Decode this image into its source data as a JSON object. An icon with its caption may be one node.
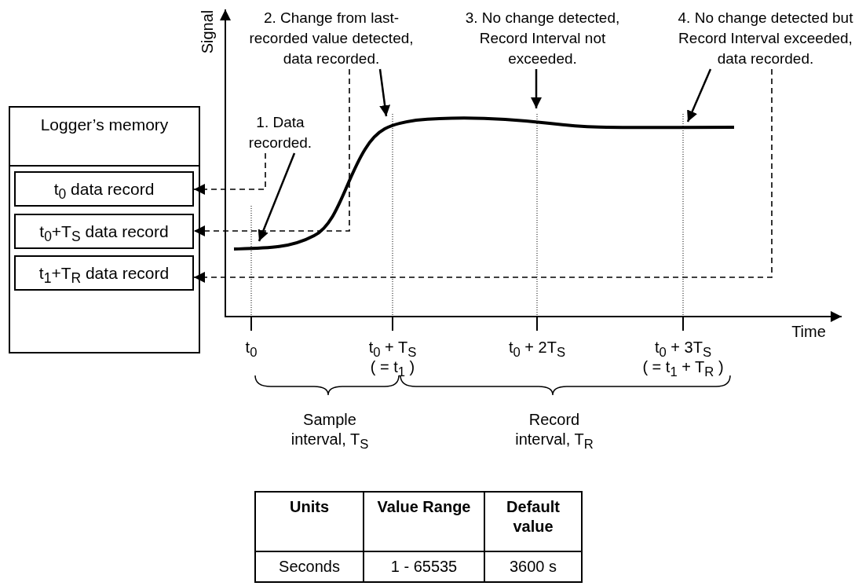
{
  "diagram": {
    "nodes": [
      {
        "text": [
          "Logger’s memory"
        ]
      },
      {
        "text": [
          "t$_{0}$ data record"
        ],
        "in": 0
      },
      {
        "text": [
          "t$_{0}$+T$_{S}$ data record"
        ],
        "in": 0
      },
      {
        "text": [
          "t$_{1}$+T$_{R}$ data record"
        ],
        "in": 0
      },
      {
        "text": [
          "1. Data recorded."
        ]
      },
      {
        "text": [
          "2. Change from last-recorded value detected, data recorded."
        ]
      },
      {
        "text": [
          "3. No change detected, Record Interval not exceeded."
        ]
      },
      {
        "text": [
          "4. No change detected but Record Interval exceeded, data recorded."
        ]
      }
    ],
    "edges": [
      {
        "from": 4,
        "to": null,
        "arrow": "to"
      },
      {
        "from": 5,
        "to": null,
        "arrow": "to"
      },
      {
        "from": 6,
        "to": null,
        "arrow": "to"
      },
      {
        "from": 7,
        "to": null,
        "arrow": "to"
      },
      {
        "from": 4,
        "to": 1,
        "arrow": "to",
        "style": "dashed"
      },
      {
        "from": 5,
        "to": 2,
        "arrow": "to",
        "style": "dashed"
      },
      {
        "from": 7,
        "to": 3,
        "arrow": "to",
        "style": "dashed"
      }
    ],
    "labels": [
      "Signal",
      "Time",
      "t$_{0}$",
      "t$_{0}$ + T$_{S}$",
      "( = t$_{1}$ )",
      "t$_{0}$ + 2T$_{S}$",
      "t$_{0}$ + 3T$_{S}$",
      "( = t$_{1}$ + T$_{R}$ )",
      "Sample interval, T$_{S}$",
      "Record interval, T$_{R}$",
      "Units",
      "Value Range",
      "Default value",
      "Seconds",
      "1 - 65535",
      "3600 s"
    ]
  }
}
